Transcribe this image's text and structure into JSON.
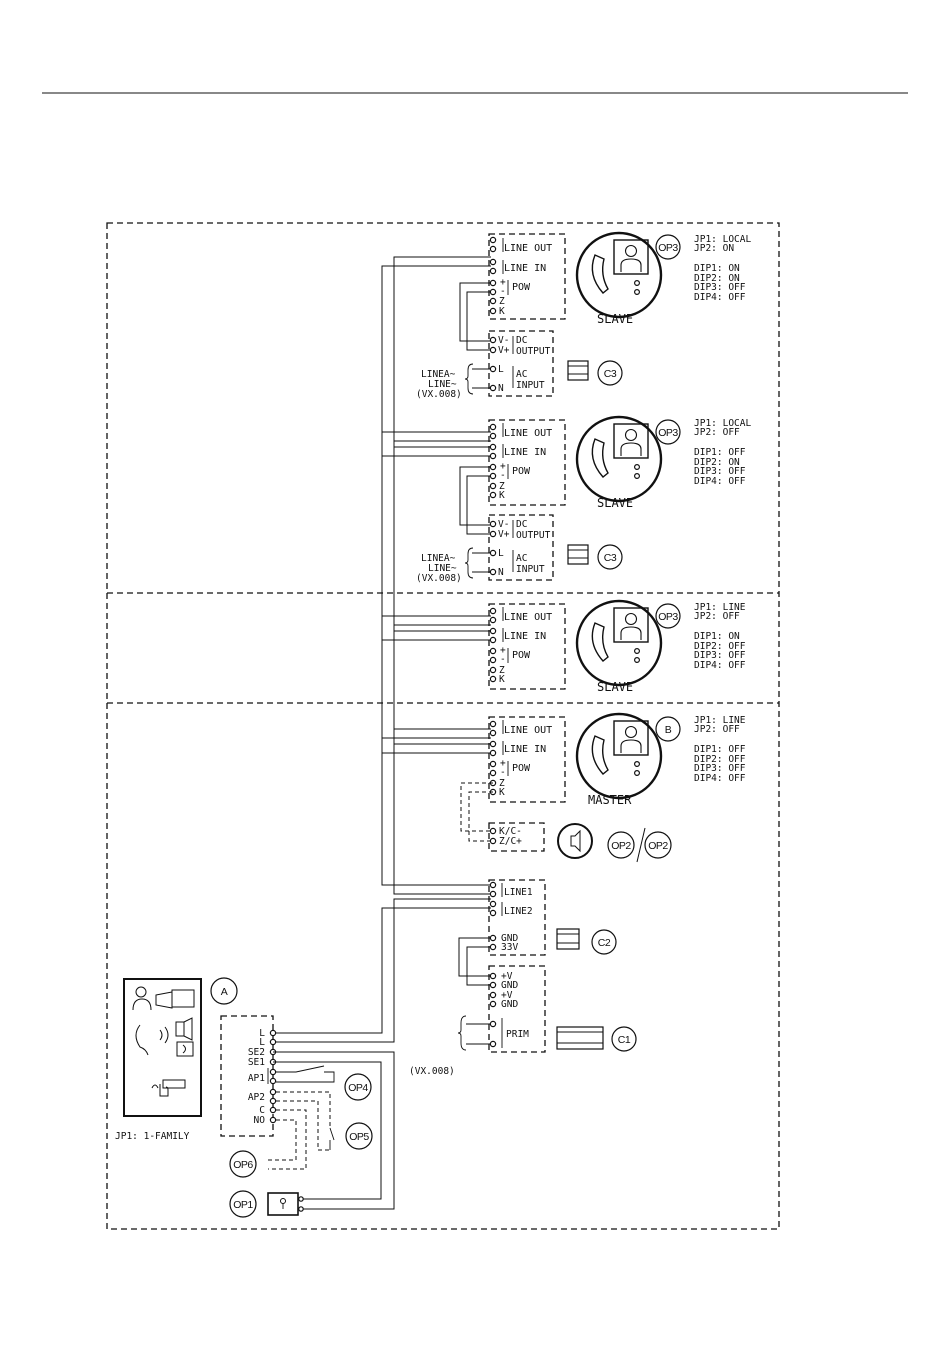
{
  "monitors": [
    {
      "label": "SLAVE",
      "tag": "OP3",
      "jp": [
        "JP1: LOCAL",
        "JP2: ON"
      ],
      "dip": [
        "DIP1: ON",
        "DIP2: ON",
        "DIP3: OFF",
        "DIP4: OFF"
      ]
    },
    {
      "label": "SLAVE",
      "tag": "OP3",
      "jp": [
        "JP1: LOCAL",
        "JP2: OFF"
      ],
      "dip": [
        "DIP1: OFF",
        "DIP2: ON",
        "DIP3: OFF",
        "DIP4: OFF"
      ]
    },
    {
      "label": "SLAVE",
      "tag": "OP3",
      "jp": [
        "JP1: LINE",
        "JP2: OFF"
      ],
      "dip": [
        "DIP1: ON",
        "DIP2: OFF",
        "DIP3: OFF",
        "DIP4: OFF"
      ]
    },
    {
      "label": "MASTER",
      "tag": "B",
      "jp": [
        "JP1: LINE",
        "JP2: OFF"
      ],
      "dip": [
        "DIP1: OFF",
        "DIP2: OFF",
        "DIP3: OFF",
        "DIP4: OFF"
      ]
    }
  ],
  "terminals": {
    "line_out": "LINE OUT",
    "line_in": "LINE IN",
    "pow": "POW",
    "plus": "+",
    "minus": "-",
    "z": "Z",
    "k": "K"
  },
  "psu": {
    "v_minus": "V-",
    "v_plus": "V+",
    "dc": "DC",
    "output": "OUTPUT",
    "l": "L",
    "n": "N",
    "ac": "AC",
    "input": "INPUT",
    "linea": "LINEA~",
    "line": "LINE~",
    "cable": "(VX.008)",
    "c3": "C3"
  },
  "chime": {
    "k_c": "K/C-",
    "z_c": "Z/C+",
    "op2a": "OP2",
    "op2b": "OP2"
  },
  "distributor": {
    "line1": "LINE1",
    "line2": "LINE2",
    "gnd": "GND",
    "v33": "33V",
    "c2": "C2"
  },
  "power_supply": {
    "pv1": "+V",
    "gnd1": "GND",
    "pv2": "+V",
    "gnd2": "GND",
    "prim": "PRIM",
    "c1": "C1",
    "cable": "(VX.008)"
  },
  "door_panel": {
    "tag": "A",
    "terminals": [
      "L",
      "L",
      "SE2",
      "SE1",
      "AP1",
      "AP2",
      "C",
      "NO"
    ],
    "jp": "JP1: 1-FAMILY",
    "op4": "OP4",
    "op5": "OP5",
    "op6": "OP6",
    "op1": "OP1"
  }
}
